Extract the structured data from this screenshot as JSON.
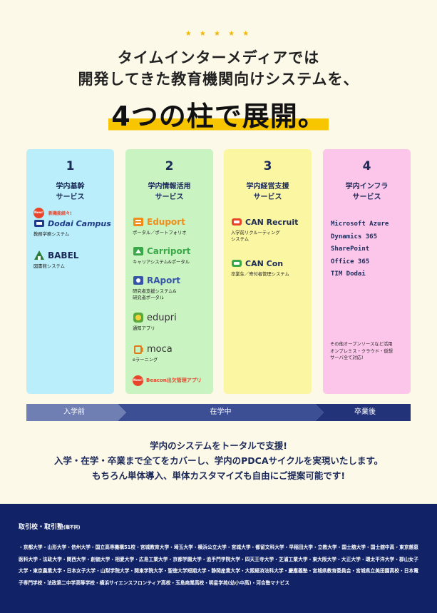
{
  "decoration": {
    "stars": "★ ★ ★ ★ ★"
  },
  "headline": {
    "line1": "タイムインターメディアでは",
    "line2": "開発してきた教育機関向けシステムを、",
    "big": "4つの柱で展開。"
  },
  "columns": [
    {
      "number": "1",
      "title_line1": "学内基幹",
      "title_line2": "サービス",
      "items": [
        {
          "new_badge": "New!",
          "new_label": "新機能続々!",
          "name": "Dodai Campus",
          "desc": "教務学務システム",
          "icon": "dodai-campus-logo-icon",
          "color": "#1f3a8a"
        },
        {
          "name": "BABEL",
          "desc": "図書館システム",
          "icon": "babel-logo-icon",
          "color": "#1c2a5a"
        }
      ]
    },
    {
      "number": "2",
      "title_line1": "学内情報活用",
      "title_line2": "サービス",
      "items": [
        {
          "name": "Eduport",
          "desc": "ポータル／ポートフォリオ",
          "icon": "eduport-logo-icon",
          "color": "#f08c1a"
        },
        {
          "name": "Carriport",
          "desc": "キャリアシステム&ポータル",
          "icon": "carriport-logo-icon",
          "color": "#3aa849"
        },
        {
          "name": "RAport",
          "desc1": "研究者支援システム&",
          "desc2": "研究者ポータル",
          "icon": "raport-logo-icon",
          "color": "#3654a8"
        },
        {
          "name": "edupri",
          "desc": "通知アプリ",
          "icon": "edupri-logo-icon",
          "color": "#5aa83a"
        },
        {
          "name": "moca",
          "desc": "eラーニング",
          "icon": "moca-logo-icon",
          "color": "#e07a1a"
        },
        {
          "new_badge": "New!",
          "name": "Beacon出欠管理アプリ",
          "icon": "beacon-new-badge-icon",
          "color": "#e8452b"
        }
      ]
    },
    {
      "number": "3",
      "title_line1": "学内経営支援",
      "title_line2": "サービス",
      "items": [
        {
          "name": "CAN Recruit",
          "desc1": "入学前リクルーティング",
          "desc2": "システム",
          "icon": "can-recruit-logo-icon",
          "color": "#e8452b"
        },
        {
          "name": "CAN Con",
          "desc": "卒業生／寄付者管理システム",
          "icon": "can-con-logo-icon",
          "color": "#3aa849"
        }
      ]
    },
    {
      "number": "4",
      "title_line1": "学内インフラ",
      "title_line2": "サービス",
      "infra": [
        "Microsoft Azure",
        "Dynamics 365",
        "SharePoint",
        "Office 365",
        "TIM Dodai"
      ],
      "note1": "その他オープンソースなど活用",
      "note2": "オンプレミス・クラウド・仮想",
      "note3": "サーバ全て対応!"
    }
  ],
  "timeline": {
    "before": "入学前",
    "during": "在学中",
    "after": "卒業後",
    "colors": {
      "before": "#6f7fb3",
      "during": "#3d4f94",
      "after": "#23337a"
    }
  },
  "support": {
    "line1": "学内のシステムをトータルで支援!",
    "line2": "入学・在学・卒業まで全てをカバーし、学内のPDCAサイクルを実現いたします。",
    "line3": "もちろん単体導入、単体カスタマイズも自由にご提案可能です!"
  },
  "footer": {
    "heading": "取引校・取引塾",
    "heading_note": "(順不同)",
    "list": "・京都大学・山形大学・信州大学・国立高専機構51校・宮城教育大学・埼玉大学・横浜公立大学・宮城大学・都留文科大学・早稲田大学・立教大学・国士舘大学・国士舘中高・東京慈恵医科大学・法政大学・関西大学・創価大学・相愛大学・広島工業大学・京都学園大学・追手門学院大学・四天王寺大学・芝浦工業大学・東大阪大学・大正大学・環太平洋大学・郡山女子大学・東京農業大学・日本女子大学・山梨学院大学・関東学院大学・聖徳大学短期大学・静岡産業大学・大阪経済法科大学・慶應義塾・宮城県教育委員会・宮城県立美田園高校・日本電子専門学校・法政第二中学高等学校・横浜サイエンスフロンティア高校・玉島商業高校・明星学苑(幼小中高)・河合塾マナビス"
  }
}
